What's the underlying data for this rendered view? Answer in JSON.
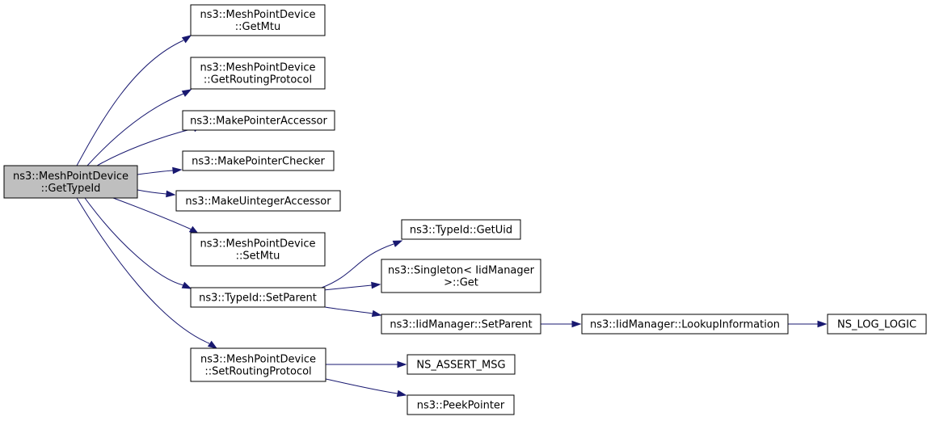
{
  "nodes": [
    {
      "id": "root",
      "lines": [
        "ns3::MeshPointDevice",
        "::GetTypeId"
      ],
      "highlight": true
    },
    {
      "id": "getmtu",
      "lines": [
        "ns3::MeshPointDevice",
        "::GetMtu"
      ]
    },
    {
      "id": "getrouting",
      "lines": [
        "ns3::MeshPointDevice",
        "::GetRoutingProtocol"
      ]
    },
    {
      "id": "mkptracc",
      "lines": [
        "ns3::MakePointerAccessor"
      ]
    },
    {
      "id": "mkptrchk",
      "lines": [
        "ns3::MakePointerChecker"
      ]
    },
    {
      "id": "mkuintacc",
      "lines": [
        "ns3::MakeUintegerAccessor"
      ]
    },
    {
      "id": "setmtu",
      "lines": [
        "ns3::MeshPointDevice",
        "::SetMtu"
      ]
    },
    {
      "id": "typeid_setparent",
      "lines": [
        "ns3::TypeId::SetParent"
      ]
    },
    {
      "id": "setrouting",
      "lines": [
        "ns3::MeshPointDevice",
        "::SetRoutingProtocol"
      ]
    },
    {
      "id": "getuid",
      "lines": [
        "ns3::TypeId::GetUid"
      ]
    },
    {
      "id": "singleton_get",
      "lines": [
        "ns3::Singleton< IidManager",
        " >::Get"
      ]
    },
    {
      "id": "iid_setparent",
      "lines": [
        "ns3::IidManager::SetParent"
      ]
    },
    {
      "id": "lookupinfo",
      "lines": [
        "ns3::IidManager::LookupInformation"
      ]
    },
    {
      "id": "nslog",
      "lines": [
        "NS_LOG_LOGIC"
      ]
    },
    {
      "id": "assertmsg",
      "lines": [
        "NS_ASSERT_MSG"
      ]
    },
    {
      "id": "peekptr",
      "lines": [
        "ns3::PeekPointer"
      ]
    }
  ],
  "edges": [
    {
      "from": "root",
      "to": "getmtu"
    },
    {
      "from": "root",
      "to": "getrouting"
    },
    {
      "from": "root",
      "to": "mkptracc"
    },
    {
      "from": "root",
      "to": "mkptrchk"
    },
    {
      "from": "root",
      "to": "mkuintacc"
    },
    {
      "from": "root",
      "to": "setmtu"
    },
    {
      "from": "root",
      "to": "typeid_setparent"
    },
    {
      "from": "root",
      "to": "setrouting"
    },
    {
      "from": "typeid_setparent",
      "to": "getuid"
    },
    {
      "from": "typeid_setparent",
      "to": "singleton_get"
    },
    {
      "from": "typeid_setparent",
      "to": "iid_setparent"
    },
    {
      "from": "iid_setparent",
      "to": "lookupinfo"
    },
    {
      "from": "lookupinfo",
      "to": "nslog"
    },
    {
      "from": "setrouting",
      "to": "assertmsg"
    },
    {
      "from": "setrouting",
      "to": "peekptr"
    }
  ],
  "colors": {
    "edge": "#191970",
    "node_fill": "#ffffff",
    "root_fill": "#bfbfbf",
    "border": "#000000"
  }
}
